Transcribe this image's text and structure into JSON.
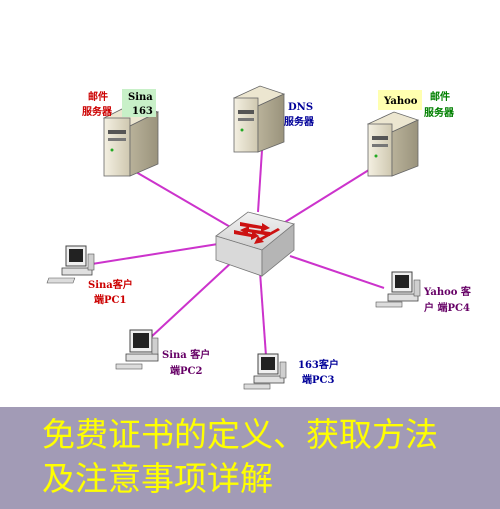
{
  "servers": {
    "mail_left": {
      "line1": "邮件",
      "line2": "服务器",
      "tag1": "Sina",
      "tag2": "163"
    },
    "dns": {
      "line1": "DNS",
      "line2": "服务器"
    },
    "mail_right": {
      "line1": "邮件",
      "line2": "服务器",
      "tag": "Yahoo"
    }
  },
  "clients": {
    "pc1": {
      "line1": "Sina客户",
      "line2": "端PC1"
    },
    "pc2": {
      "line1": "Sina 客户",
      "line2": "端PC2"
    },
    "pc3": {
      "line1": "163客户",
      "line2": "端PC3"
    },
    "pc4": {
      "line1": "Yahoo 客",
      "line2": "户 端PC4"
    }
  },
  "banner": {
    "line1": "免费证书的定义、获取方法",
    "line2": "及注意事项详解"
  },
  "colors": {
    "link": "#cc33cc",
    "banner_bg": "#a29bb6",
    "banner_text": "#ffff00",
    "tag_sina_bg": "#c8f0c8",
    "tag_yahoo_bg": "#ffffb0"
  }
}
